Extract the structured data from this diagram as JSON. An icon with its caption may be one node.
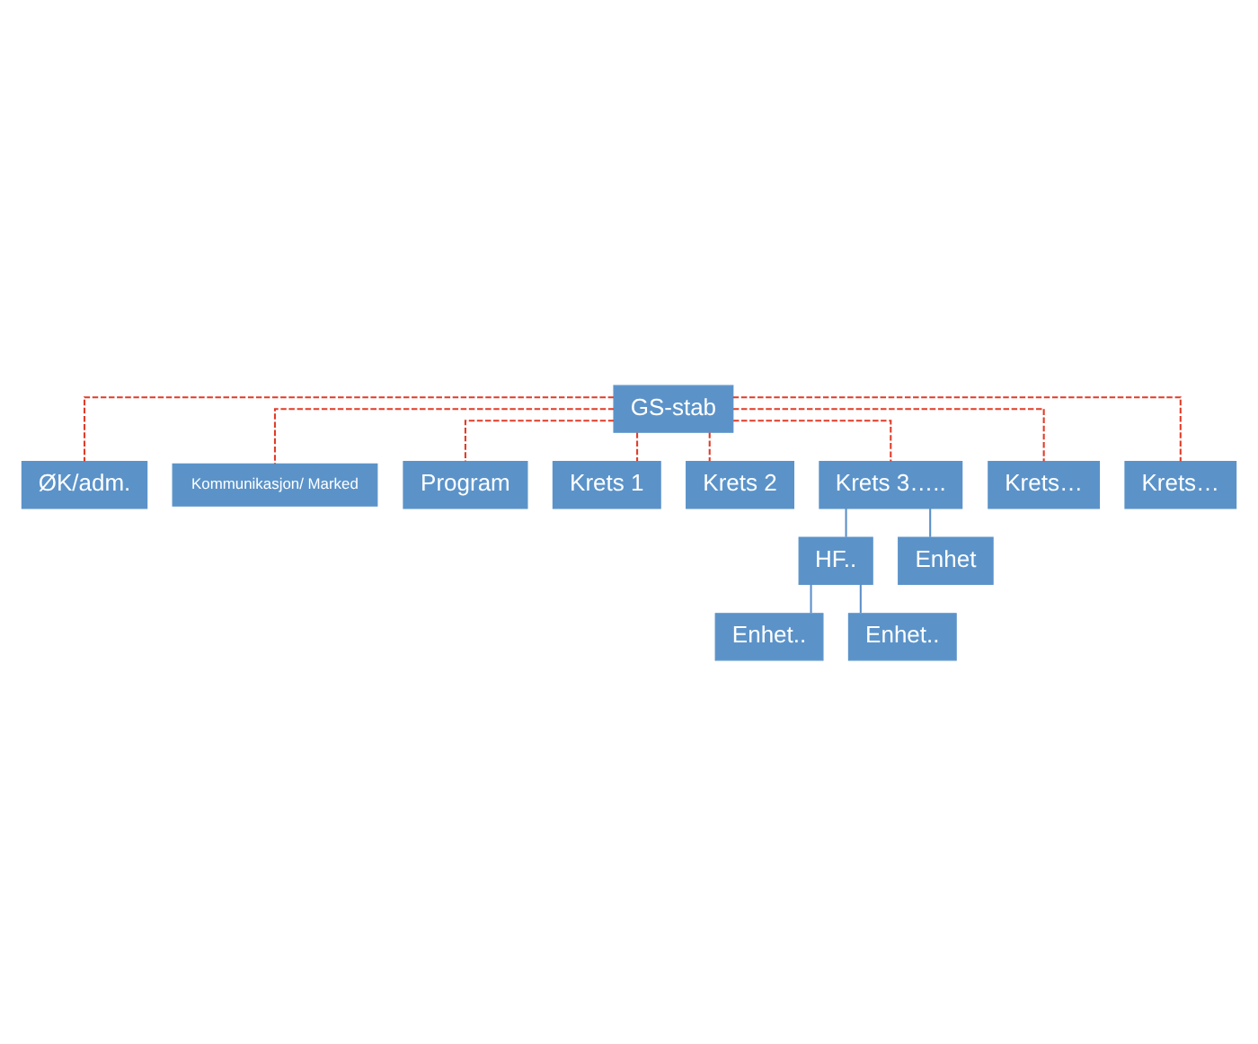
{
  "diagram": {
    "nodes": [
      {
        "text": [
          "GS-stab"
        ]
      },
      {
        "text": [
          "ØK/adm."
        ]
      },
      {
        "text": [
          "Kommunikasjon/ Marked"
        ]
      },
      {
        "text": [
          "Program"
        ]
      },
      {
        "text": [
          "Krets 1"
        ]
      },
      {
        "text": [
          "Krets 2"
        ]
      },
      {
        "text": [
          "Krets 3….."
        ]
      },
      {
        "text": [
          "Krets…"
        ]
      },
      {
        "text": [
          "Krets…"
        ]
      },
      {
        "text": [
          "HF.."
        ]
      },
      {
        "text": [
          "Enhet"
        ]
      },
      {
        "text": [
          "Enhet.."
        ]
      },
      {
        "text": [
          "Enhet.."
        ]
      }
    ],
    "edges": [
      {
        "from": 0,
        "to": 1,
        "arrow": "none",
        "style": "dashed"
      },
      {
        "from": 0,
        "to": 2,
        "arrow": "none",
        "style": "dashed"
      },
      {
        "from": 0,
        "to": 3,
        "arrow": "none",
        "style": "dashed"
      },
      {
        "from": 0,
        "to": 4,
        "arrow": "none",
        "style": "dashed"
      },
      {
        "from": 0,
        "to": 5,
        "arrow": "none",
        "style": "dashed"
      },
      {
        "from": 0,
        "to": 6,
        "arrow": "none",
        "style": "dashed"
      },
      {
        "from": 0,
        "to": 7,
        "arrow": "none",
        "style": "dashed"
      },
      {
        "from": 0,
        "to": 8,
        "arrow": "none",
        "style": "dashed"
      },
      {
        "from": 6,
        "to": 9,
        "arrow": "none",
        "color": "#5b8fc7"
      },
      {
        "from": 6,
        "to": 10,
        "arrow": "none",
        "color": "#5b8fc7"
      },
      {
        "from": 9,
        "to": 11,
        "arrow": "none",
        "color": "#5b8fc7"
      },
      {
        "from": 9,
        "to": 12,
        "arrow": "none",
        "color": "#5b8fc7"
      }
    ]
  }
}
